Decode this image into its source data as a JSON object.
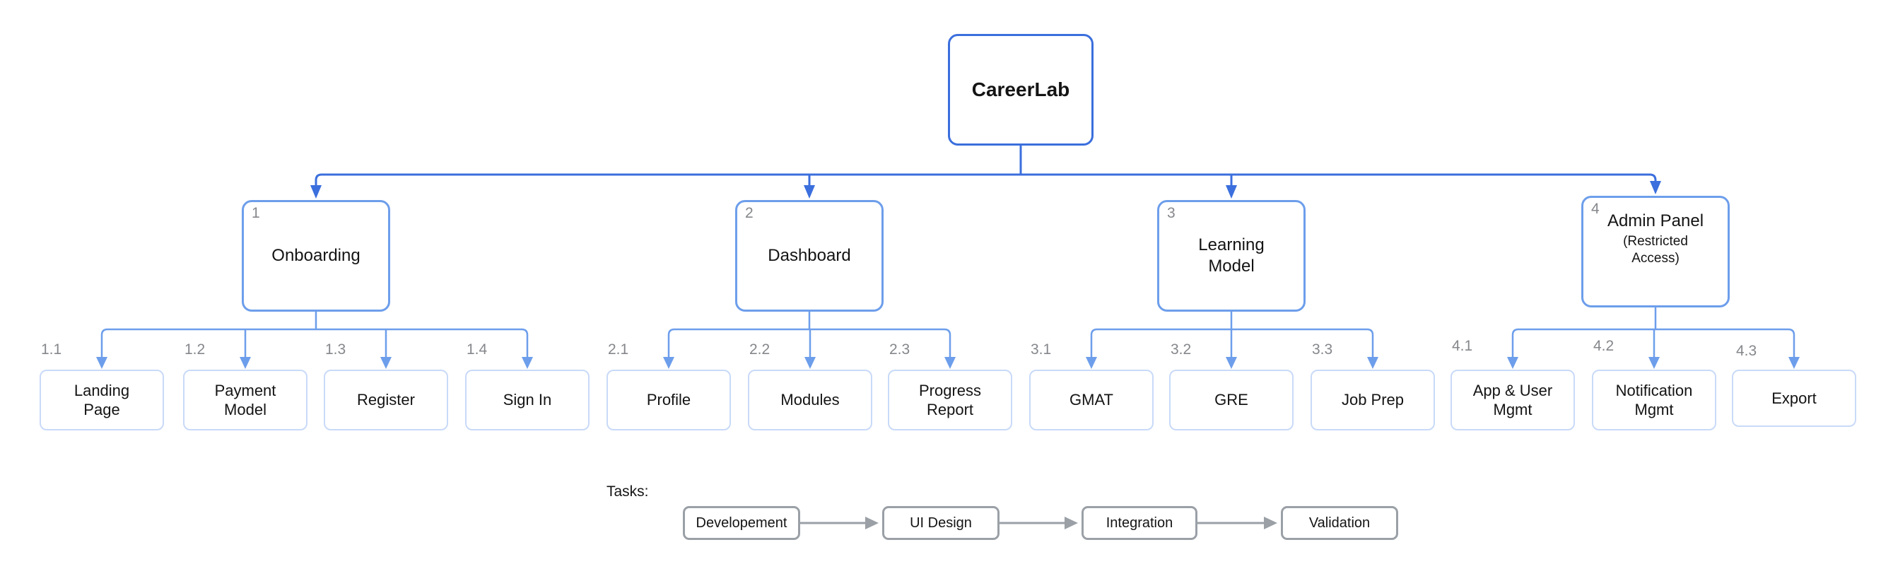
{
  "diagram": {
    "root": {
      "label": "CareerLab"
    },
    "sections": [
      {
        "number": "1",
        "label": "Onboarding",
        "children": [
          {
            "number": "1.1",
            "label": "Landing Page"
          },
          {
            "number": "1.2",
            "label": "Payment Model"
          },
          {
            "number": "1.3",
            "label": "Register"
          },
          {
            "number": "1.4",
            "label": "Sign In"
          }
        ]
      },
      {
        "number": "2",
        "label": "Dashboard",
        "children": [
          {
            "number": "2.1",
            "label": "Profile"
          },
          {
            "number": "2.2",
            "label": "Modules"
          },
          {
            "number": "2.3",
            "label": "Progress Report"
          }
        ]
      },
      {
        "number": "3",
        "label": "Learning Model",
        "children": [
          {
            "number": "3.1",
            "label": "GMAT"
          },
          {
            "number": "3.2",
            "label": "GRE"
          },
          {
            "number": "3.3",
            "label": "Job Prep"
          }
        ]
      },
      {
        "number": "4",
        "label": "Admin Panel",
        "sublabel": "(Restricted Access)",
        "children": [
          {
            "number": "4.1",
            "label": "App & User Mgmt"
          },
          {
            "number": "4.2",
            "label": "Notification Mgmt"
          },
          {
            "number": "4.3",
            "label": "Export"
          }
        ]
      }
    ],
    "tasks": {
      "label": "Tasks:",
      "items": [
        "Developement",
        "UI Design",
        "Integration",
        "Validation"
      ]
    },
    "colors": {
      "root_border": "#3b6fdd",
      "branch_border": "#6d9eeb",
      "leaf_border": "#c9daf8",
      "connector_dark": "#3b6fdd",
      "connector_light": "#6d9eeb",
      "task_border": "#9aa0a6",
      "number_gray": "#85878b"
    }
  }
}
